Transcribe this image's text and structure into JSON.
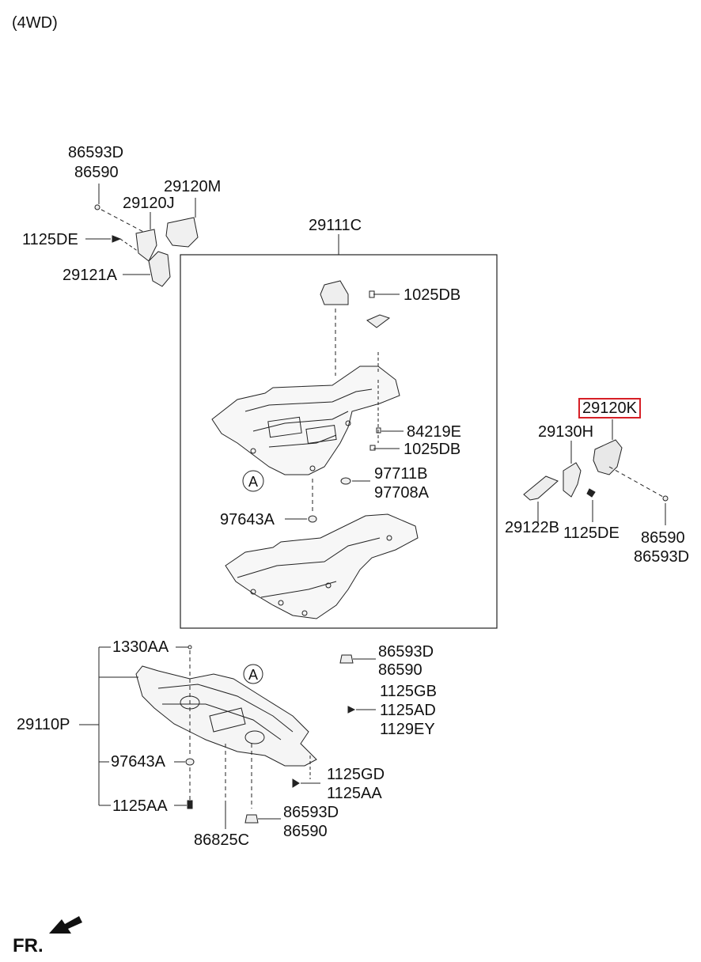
{
  "header": {
    "variant": "(4WD)"
  },
  "highlight_color": "#d61f26",
  "callouts": {
    "top_left_a": "86593D",
    "top_left_b": "86590",
    "bracket_m": "29120M",
    "bracket_j": "29120J",
    "bolt_de_left": "1125DE",
    "bracket_a": "29121A",
    "cover_main": "29111C",
    "bolt_1025_top": "1025DB",
    "clip_84219": "84219E",
    "bolt_1025_bottom": "1025DB",
    "nut_97711": "97711B",
    "nut_97708": "97708A",
    "ref_a_upper": "A",
    "nut_97643_upper": "97643A",
    "highlighted_part": "29120K",
    "bracket_h": "29130H",
    "bracket_b": "29122B",
    "bolt_de_right": "1125DE",
    "right_b": "86590",
    "right_a": "86593D",
    "bolt_1330": "1330AA",
    "ref_a_lower": "A",
    "under_cover": "29110P",
    "nut_97643_lower": "97643A",
    "bolt_1125aa_left": "1125AA",
    "clip_86825": "86825C",
    "mid_a": "86593D",
    "mid_b": "86590",
    "bolt_gb": "1125GB",
    "bolt_ad": "1125AD",
    "bolt_ey": "1129EY",
    "bolt_gd": "1125GD",
    "bolt_aa_right": "1125AA",
    "low_a": "86593D",
    "low_b": "86590"
  },
  "footer": {
    "direction": "FR."
  }
}
